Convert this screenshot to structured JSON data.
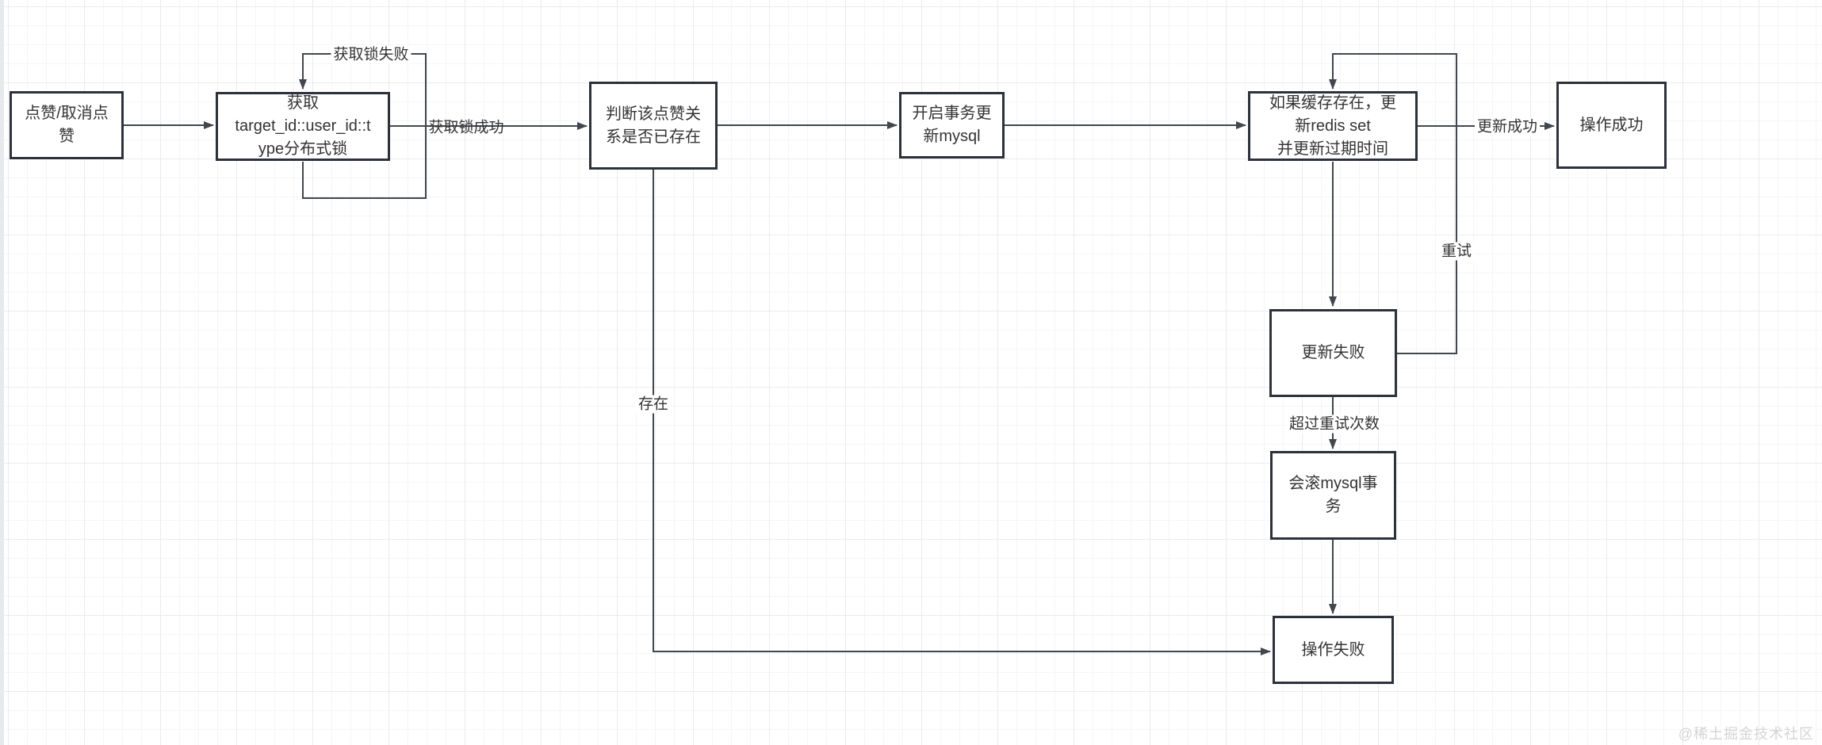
{
  "diagram": {
    "title": "like-unlike-flowchart",
    "nodes": [
      {
        "id": "start",
        "label": "点赞/取消点\n赞"
      },
      {
        "id": "acquire-lock",
        "label": "获取\ntarget_id::user_id::t\nype分布式锁"
      },
      {
        "id": "check-relation",
        "label": "判断该点赞关\n系是否已存在"
      },
      {
        "id": "open-transaction",
        "label": "开启事务更\n新mysql"
      },
      {
        "id": "update-redis",
        "label": "如果缓存存在，更\n新redis set\n并更新过期时间"
      },
      {
        "id": "operation-success",
        "label": "操作成功"
      },
      {
        "id": "update-failed",
        "label": "更新失败"
      },
      {
        "id": "rollback-mysql",
        "label": "会滚mysql事\n务"
      },
      {
        "id": "operation-failed",
        "label": "操作失败"
      }
    ],
    "edge_labels": [
      {
        "id": "lock-fail",
        "label": "获取锁失败"
      },
      {
        "id": "lock-success",
        "label": "获取锁成功"
      },
      {
        "id": "update-success",
        "label": "更新成功"
      },
      {
        "id": "retry",
        "label": "重试"
      },
      {
        "id": "exceed-retries",
        "label": "超过重试次数"
      },
      {
        "id": "exists",
        "label": "存在"
      }
    ],
    "colors": {
      "node_border": "#2c313a",
      "node_fill": "#ffffff",
      "text": "#333333",
      "connector": "#42464d",
      "grid_minor": "#f4f5f7",
      "grid_major": "#e9ebed",
      "watermark": "#d4d4d4"
    }
  },
  "watermark": {
    "text": "@稀土掘金技术社区"
  }
}
